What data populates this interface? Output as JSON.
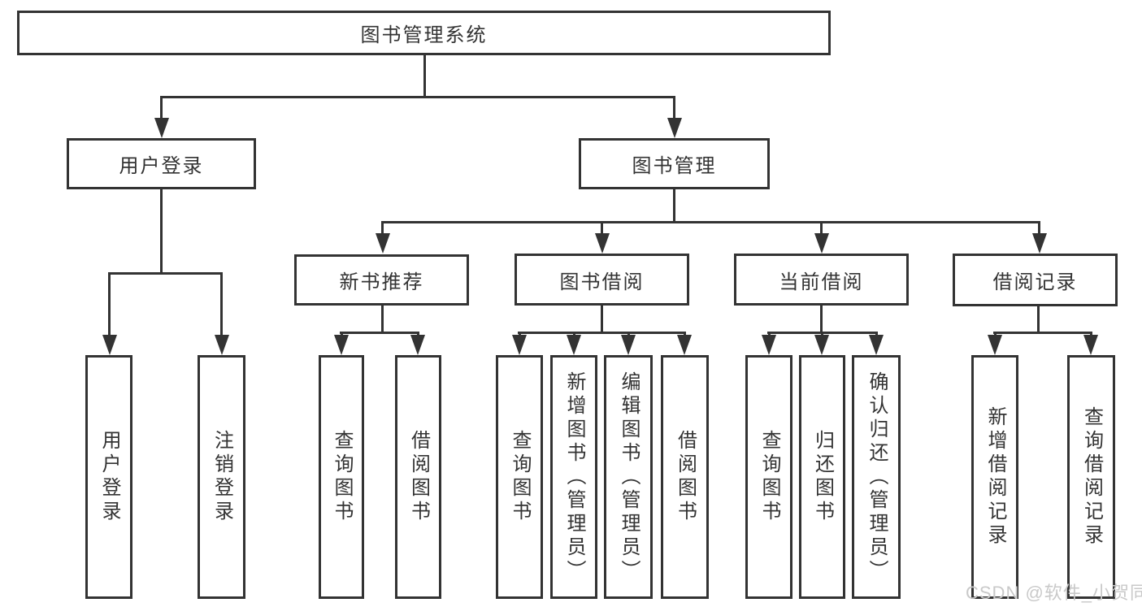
{
  "diagram": {
    "root_label": "图书管理系统",
    "user_login": {
      "label": "用户登录",
      "leaves": [
        "用户登录",
        "注销登录"
      ]
    },
    "book_mgmt": {
      "label": "图书管理",
      "sections": [
        {
          "label": "新书推荐",
          "leaves": [
            "查询图书",
            "借阅图书"
          ]
        },
        {
          "label": "图书借阅",
          "leaves": [
            "查询图书",
            "新增图书（管理员）",
            "编辑图书（管理员）",
            "借阅图书"
          ]
        },
        {
          "label": "当前借阅",
          "leaves": [
            "查询图书",
            "归还图书",
            "确认归还（管理员）"
          ]
        },
        {
          "label": "借阅记录",
          "leaves": [
            "新增借阅记录",
            "查询借阅记录"
          ]
        }
      ]
    }
  },
  "watermark": "CSDN @软件_小贺同学",
  "colors": {
    "line": "#333333",
    "text": "#333333",
    "watermark": "#c9c9c9",
    "background": "#ffffff"
  }
}
